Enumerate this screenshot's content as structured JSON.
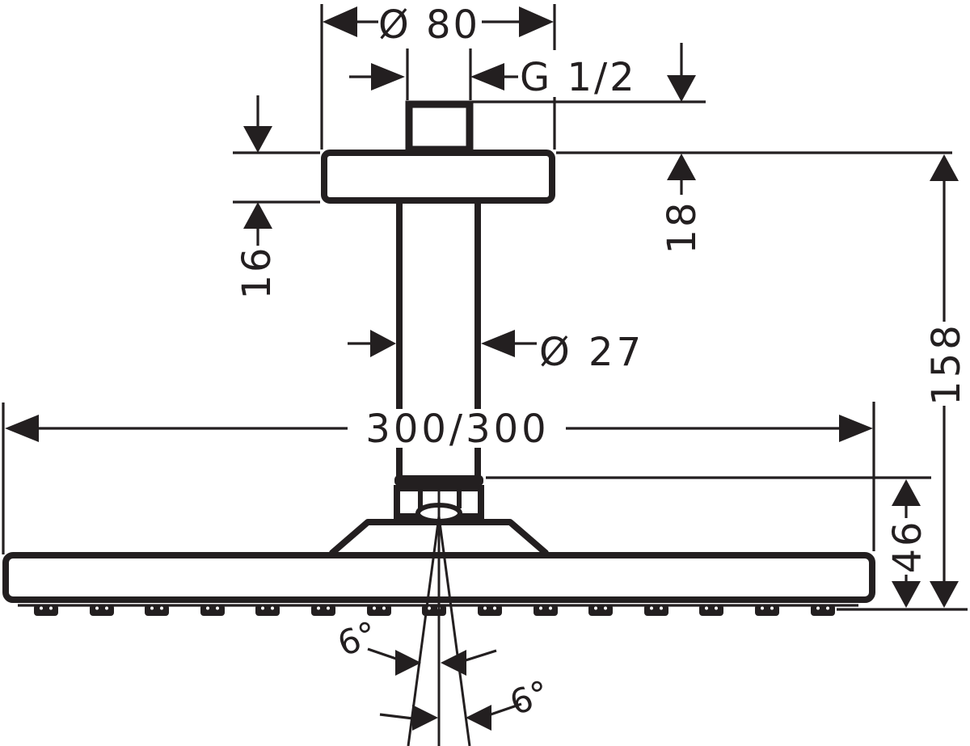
{
  "colors": {
    "ink": "#231f20",
    "paper": "#ffffff"
  },
  "labels": {
    "flange_diameter": "Ø 80",
    "thread_size": "G 1/2",
    "dim_18": "18",
    "dim_16": "16",
    "pipe_diameter": "Ø 27",
    "head_size": "300/300",
    "dim_158": "158",
    "dim_46": "46",
    "spray_angle_left": "6°",
    "spray_angle_right": "6°"
  }
}
